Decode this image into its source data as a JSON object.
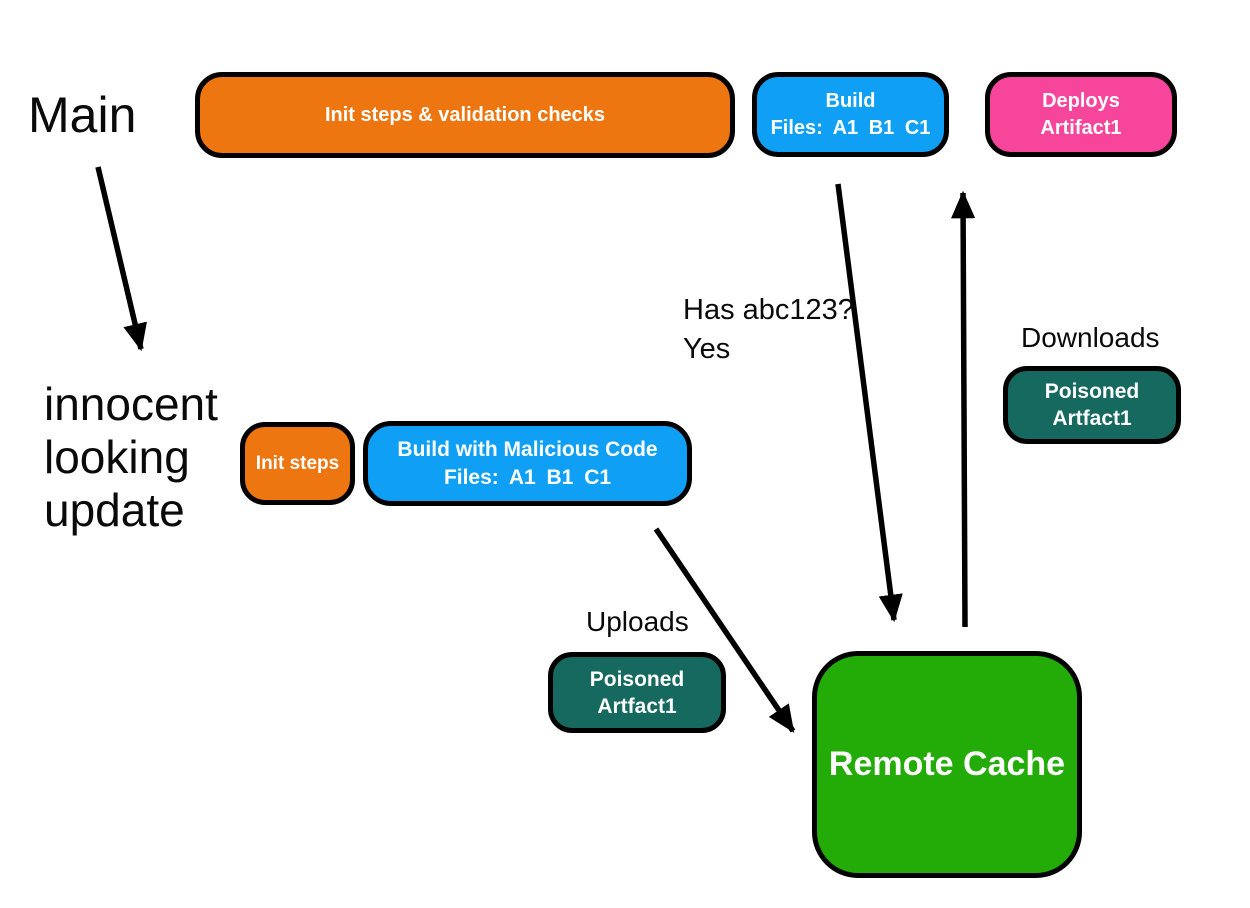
{
  "colors": {
    "orange": "#EE7611",
    "blue": "#0FA0F6",
    "pink": "#F8459C",
    "teal": "#15695F",
    "green": "#23AB07",
    "outline": "#000000",
    "arrow": "#000000",
    "background": "#FFFFFF"
  },
  "labels": {
    "main": "Main",
    "innocent_update": [
      "innocent",
      "looking",
      "update"
    ],
    "has_abc": [
      "Has abc123?",
      "Yes"
    ],
    "downloads": "Downloads",
    "uploads": "Uploads"
  },
  "nodes": {
    "init_validation": {
      "label": "Init steps & validation checks"
    },
    "build": {
      "lines": [
        "Build",
        "Files: A1 B1 C1"
      ]
    },
    "deploys": {
      "lines": [
        "Deploys",
        "Artifact1"
      ]
    },
    "init_steps": {
      "label": "Init steps"
    },
    "build_malicious": {
      "lines": [
        "Build with Malicious Code",
        "Files: A1 B1 C1"
      ]
    },
    "poisoned_download": {
      "lines": [
        "Poisoned",
        "Artfact1"
      ]
    },
    "poisoned_upload": {
      "lines": [
        "Poisoned",
        "Artfact1"
      ]
    },
    "remote_cache": {
      "label": "Remote Cache"
    }
  }
}
